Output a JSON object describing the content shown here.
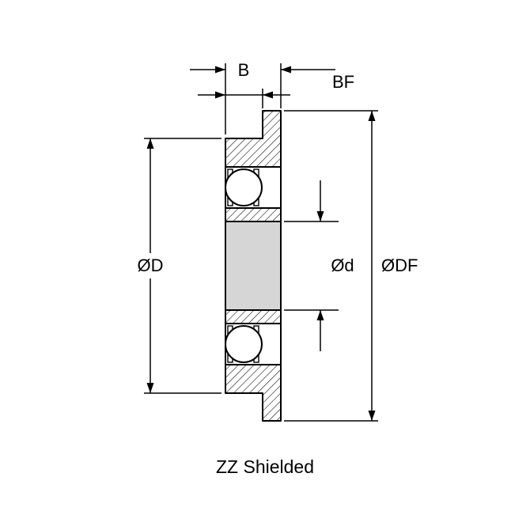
{
  "diagram": {
    "caption": "ZZ Shielded",
    "dimensions": {
      "body_width": "B",
      "flange_width": "BF",
      "outer_diameter": "ØD",
      "bore_diameter": "Ød",
      "flange_diameter": "ØDF"
    },
    "colors": {
      "line": "#000000",
      "background": "#ffffff",
      "bore_fill": "#d6d6d6",
      "ball_fill": "#ffffff"
    }
  }
}
